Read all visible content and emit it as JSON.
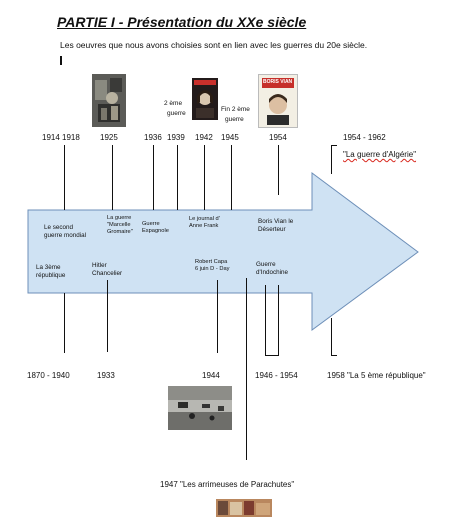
{
  "header": {
    "title": "PARTIE I - Présentation du XXe siècle",
    "subtitle": "Les oeuvres que nous avons choisies sont en lien avec les guerres du 20e siècle."
  },
  "top_dates": {
    "d1914": "1914 1918",
    "d1925": "1925",
    "d1936": "1936",
    "d1939": "1939",
    "d1942": "1942",
    "d1945": "1945",
    "d1954": "1954",
    "d1954_1962": "1954 - 1962"
  },
  "top_notes": {
    "second_war_l1": "2 ème",
    "second_war_l2": "guerre",
    "end_war_l1": "Fin 2 ème",
    "end_war_l2": "guerre",
    "algerie": "\"La guerre d'Algérie\""
  },
  "arrow_events": {
    "second_war_l1": "Le second",
    "second_war_l2": "guerre mondial",
    "marcelle_l1": "La guerre",
    "marcelle_l2": "\"Marcelle",
    "marcelle_l3": "Gromaire\"",
    "espagnole_l1": "Guerre",
    "espagnole_l2": "Espagnole",
    "anne_l1": "Le journal d'",
    "anne_l2": "Anne Frank",
    "vian_l1": "Boris Vian le",
    "vian_l2": "Déserteur",
    "republique_l1": "La 3ème",
    "republique_l2": "république",
    "hitler_l1": "Hitler",
    "hitler_l2": "Chancelier",
    "capa_l1": "Robert Capa",
    "capa_l2": "6 juin D - Day",
    "indochine_l1": "Guerre",
    "indochine_l2": "d'Indochine"
  },
  "bottom_dates": {
    "d1870": "1870 - 1940",
    "d1933": "1933",
    "d1944": "1944",
    "d1946": "1946 - 1954",
    "d1958": "1958 \"La 5 ème république\"",
    "d1947": "1947 \"Les arrimeuses de Parachutes\""
  },
  "images": {
    "vian_cover_label": "BORIS VIAN"
  },
  "colors": {
    "arrow_fill": "#cfe2f3",
    "arrow_stroke": "#6d8fb8",
    "text": "#111111",
    "spellcheck": "#d8261c"
  }
}
